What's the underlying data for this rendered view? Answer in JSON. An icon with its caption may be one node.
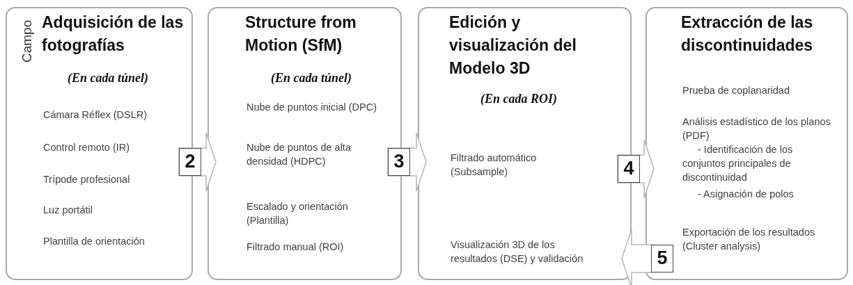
{
  "diagram": {
    "nodes": [
      {
        "text": [
          "Campo",
          "Adquisición de las fotografías",
          "(En cada túnel)",
          "Cámara Réflex (DSLR)",
          "Control remoto (IR)",
          "Trípode profesional",
          "Luz portátil",
          "Plantilla de orientación"
        ]
      },
      {
        "text": [
          "Structure from Motion (SfM)",
          "(En cada túnel)",
          "Nube de puntos inicial (DPC)",
          "Nube de puntos de alta densidad (HDPC)",
          "Escalado y orientación (Plantilla)",
          "Filtrado manual (ROI)"
        ]
      },
      {
        "text": [
          "Edición y visualización del Modelo 3D",
          "(En cada ROI)",
          "Filtrado automático (Subsample)",
          "Visualización 3D de los resultados (DSE) y validación"
        ]
      },
      {
        "text": [
          "Extracción de las discontinuidades",
          "Prueba de coplanaridad",
          "Análisis estadístico de los planos (PDF)",
          "- Identificación de los conjuntos principales de discontinuidad",
          "- Asignación de polos",
          "Exportación de los resultados (Cluster analysis)"
        ]
      }
    ],
    "edges": [
      {
        "from": 0,
        "to": 1,
        "arrow": "to",
        "label": "2"
      },
      {
        "from": 1,
        "to": 2,
        "arrow": "to",
        "label": "3"
      },
      {
        "from": 2,
        "to": 3,
        "arrow": "to",
        "label": "4"
      },
      {
        "from": 3,
        "to": 2,
        "arrow": "to",
        "label": "5"
      }
    ]
  }
}
